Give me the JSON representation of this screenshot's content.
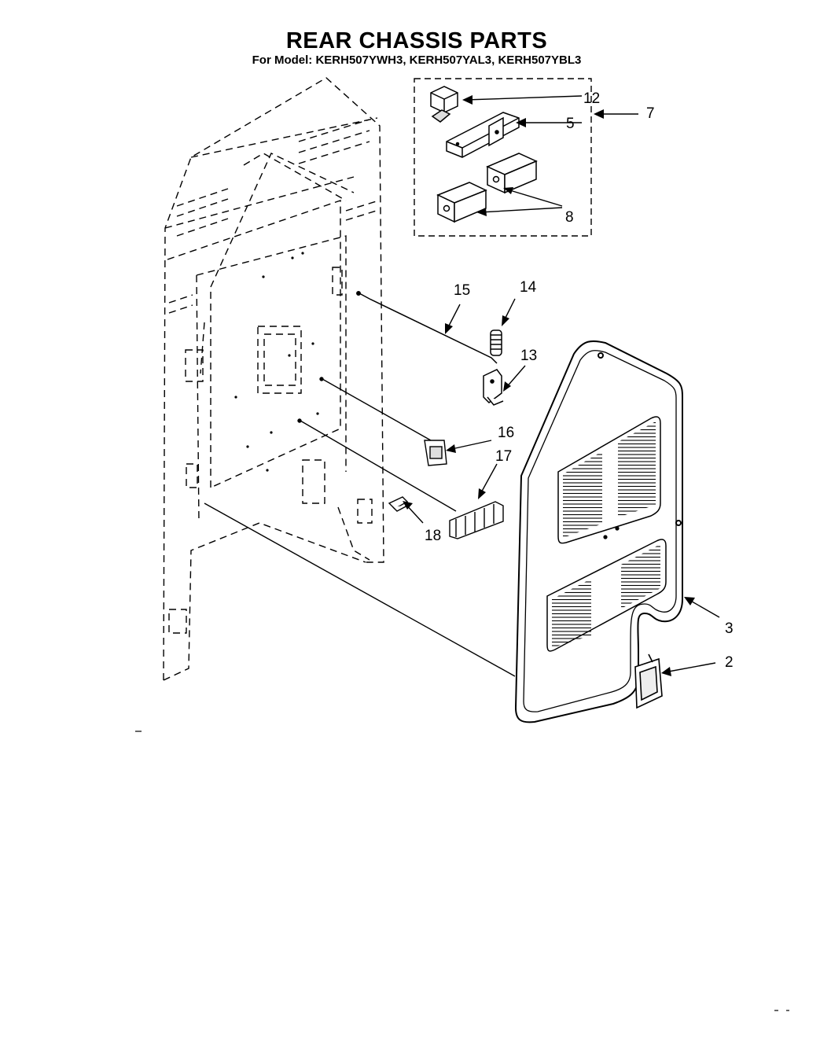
{
  "title": "REAR CHASSIS PARTS",
  "subtitle": "For Model: KERH507YWH3, KERH507YAL3, KERH507YBL3",
  "callouts": {
    "c12": "12",
    "c5": "5",
    "c7": "7",
    "c8": "8",
    "c15": "15",
    "c14": "14",
    "c13": "13",
    "c16": "16",
    "c17": "17",
    "c18": "18",
    "c3": "3",
    "c2": "2"
  }
}
